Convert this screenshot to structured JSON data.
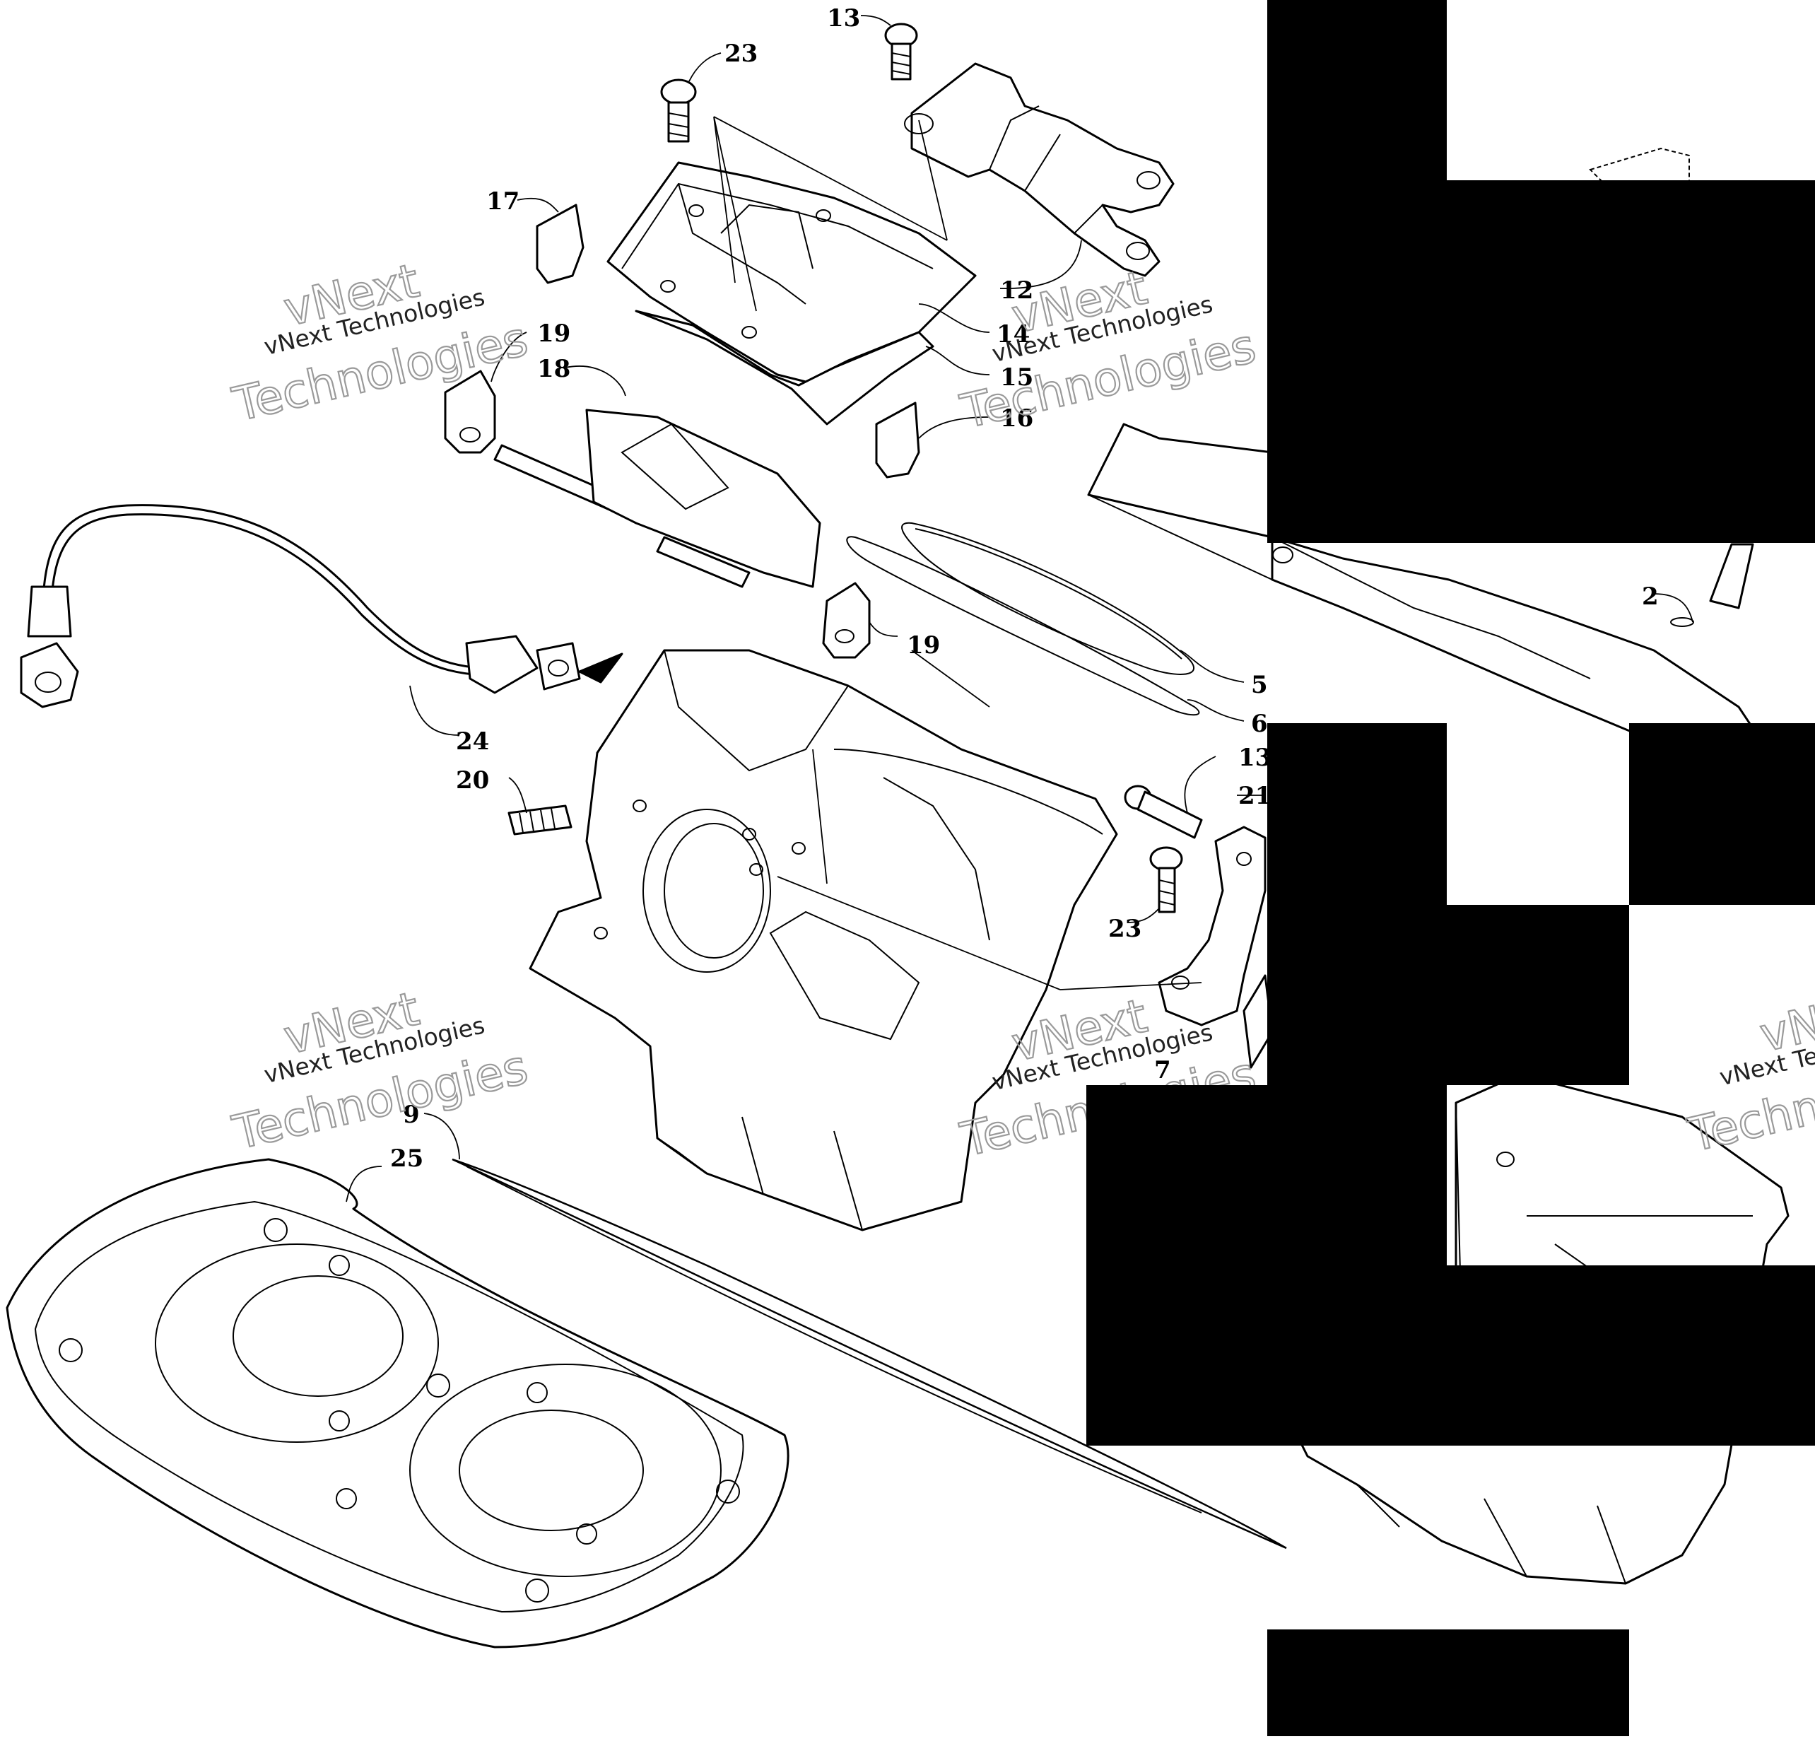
{
  "callouts": [
    {
      "id": "c13a",
      "text": "13"
    },
    {
      "id": "c23a",
      "text": "23"
    },
    {
      "id": "c17",
      "text": "17"
    },
    {
      "id": "c12",
      "text": "12"
    },
    {
      "id": "c14",
      "text": "14"
    },
    {
      "id": "c15",
      "text": "15"
    },
    {
      "id": "c16",
      "text": "16"
    },
    {
      "id": "c19a",
      "text": "19"
    },
    {
      "id": "c18",
      "text": "18"
    },
    {
      "id": "c19b",
      "text": "19"
    },
    {
      "id": "c5",
      "text": "5"
    },
    {
      "id": "c6",
      "text": "6"
    },
    {
      "id": "c2",
      "text": "2"
    },
    {
      "id": "c24",
      "text": "24"
    },
    {
      "id": "c20",
      "text": "20"
    },
    {
      "id": "c13b",
      "text": "13"
    },
    {
      "id": "c21",
      "text": "21"
    },
    {
      "id": "c23b",
      "text": "23"
    },
    {
      "id": "c7",
      "text": "7"
    },
    {
      "id": "c9",
      "text": "9"
    },
    {
      "id": "c25",
      "text": "25"
    }
  ],
  "watermark": {
    "brand": "vNext",
    "company": "vNext Technologies",
    "word": "Technologies",
    "partial": "vNe",
    "partial_company": "vNext Te",
    "partial_word": "Techn"
  }
}
